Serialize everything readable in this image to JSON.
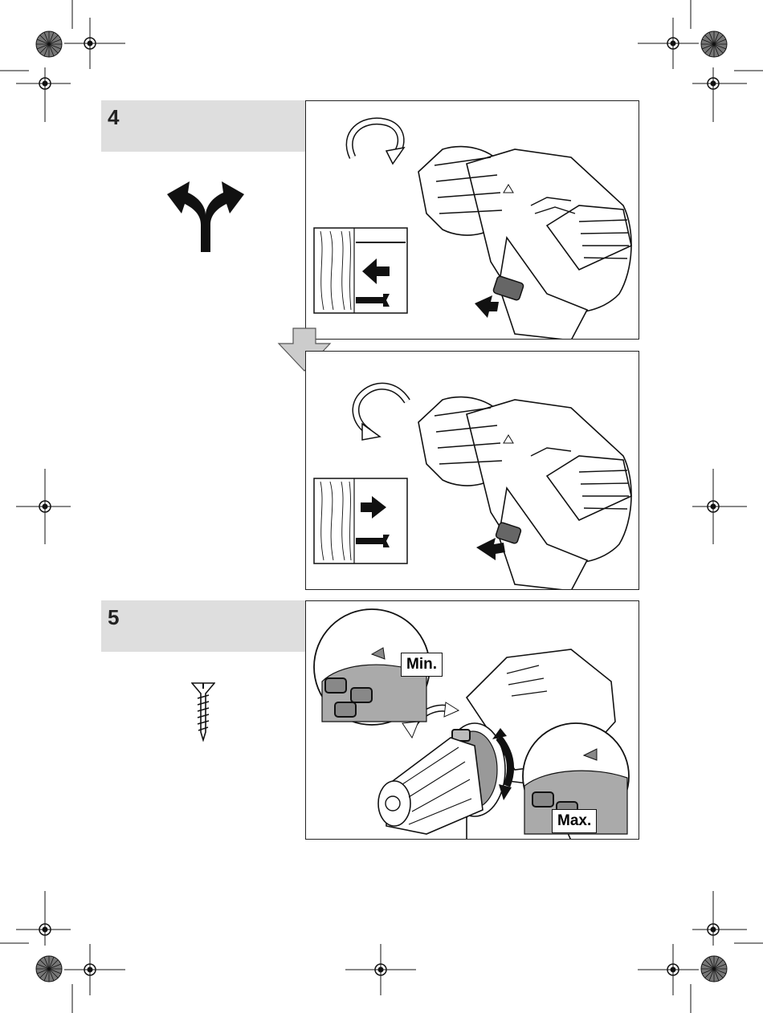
{
  "step4": {
    "number": "4"
  },
  "step5": {
    "number": "5"
  },
  "labels": {
    "min": "Min.",
    "max": "Max."
  },
  "icons": {
    "step4_icon": "direction-fork-icon",
    "step5_icon": "screw-icon",
    "between_panels": "down-arrow-icon",
    "registration": "registration-mark-icon",
    "color_target": "color-target-icon"
  }
}
